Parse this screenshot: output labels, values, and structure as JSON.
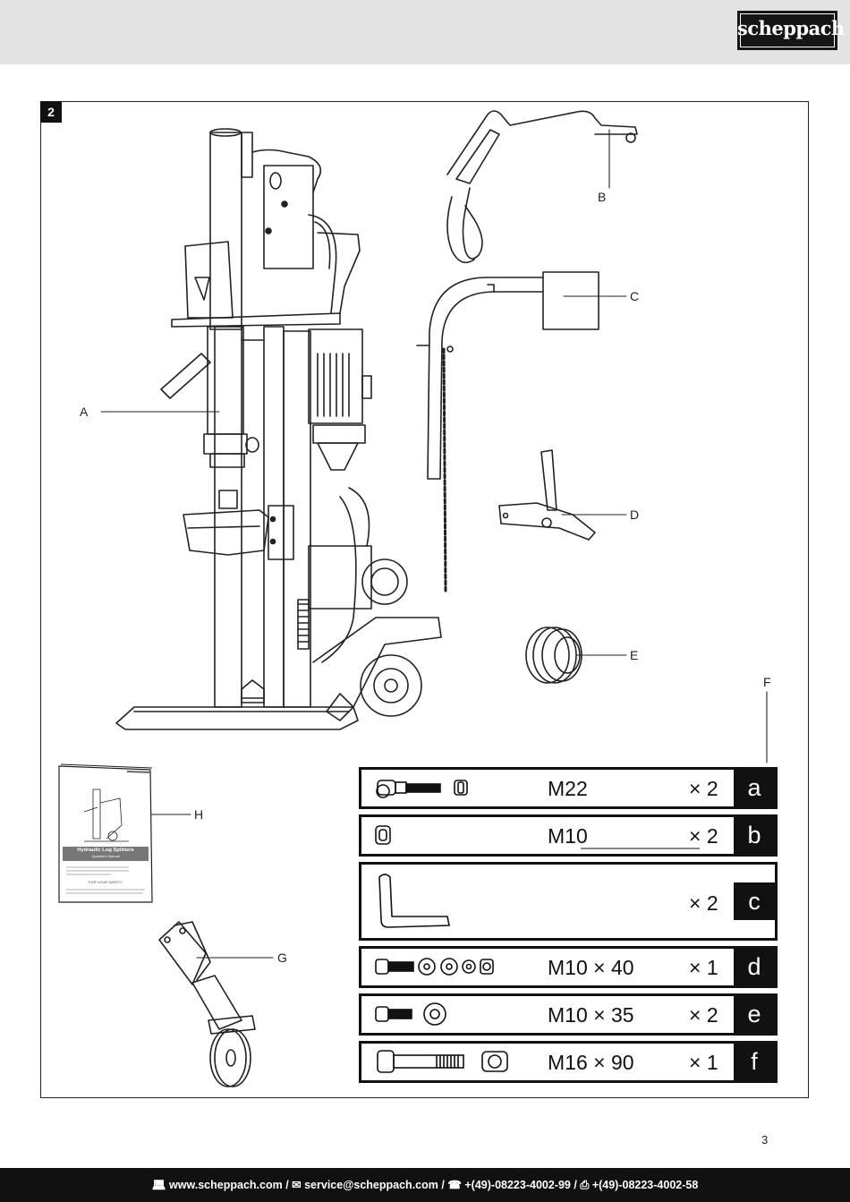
{
  "header": {
    "brand": "scheppach"
  },
  "figure": {
    "number": "2",
    "callouts": {
      "A": "A",
      "B": "B",
      "C": "C",
      "D": "D",
      "E": "E",
      "F": "F",
      "G": "G",
      "H": "H"
    }
  },
  "manual": {
    "title": "Hydraulic Log Splitters",
    "subtitle": "Operator's Manual",
    "safety": "FOR YOUR SAFETY"
  },
  "parts": [
    {
      "spec": "M22",
      "qty": "× 2",
      "letter": "a"
    },
    {
      "spec": "M10",
      "qty": "× 2",
      "letter": "b"
    },
    {
      "spec": "",
      "qty": "× 2",
      "letter": "c"
    },
    {
      "spec": "M10 × 40",
      "qty": "× 1",
      "letter": "d"
    },
    {
      "spec": "M10 × 35",
      "qty": "× 2",
      "letter": "e"
    },
    {
      "spec": "M16 × 90",
      "qty": "× 1",
      "letter": "f"
    }
  ],
  "page_number": "3",
  "footer": {
    "web_icon": "computer-icon",
    "mail_icon": "mail-icon",
    "phone_icon": "phone-icon",
    "fax_icon": "fax-icon",
    "website": "www.scheppach.com",
    "email": "service@scheppach.com",
    "phone": "+(49)-08223-4002-99",
    "fax": "+(49)-08223-4002-58"
  }
}
